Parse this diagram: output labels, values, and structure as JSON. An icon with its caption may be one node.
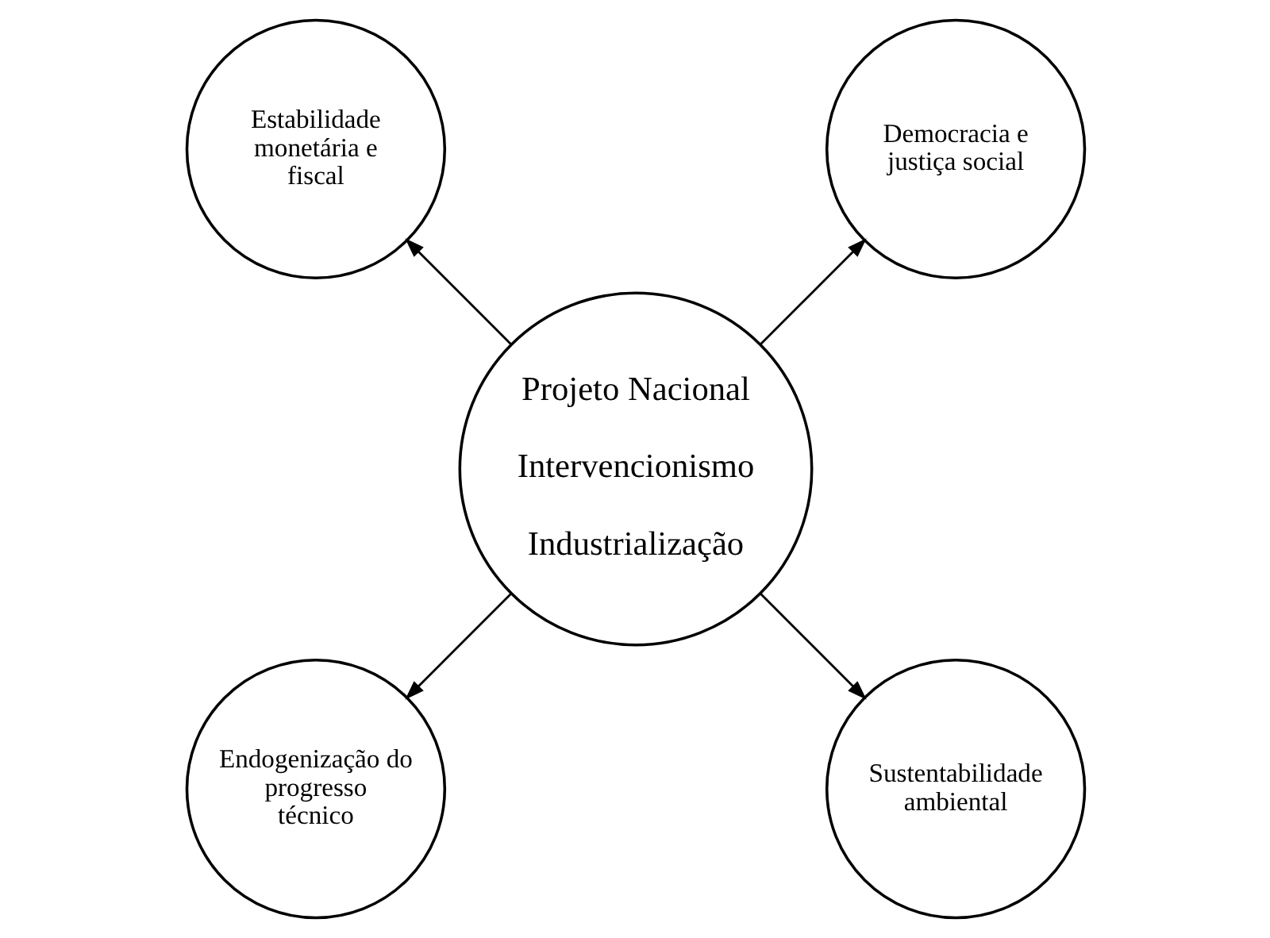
{
  "diagram": {
    "nodes": [
      {
        "text": [
          "Democracia e justiça social"
        ]
      },
      {
        "text": [
          "Estabilidade monetária e fiscal"
        ]
      },
      {
        "text": [
          "Projeto Nacional",
          "Intervencionismo",
          "Industrialização"
        ]
      },
      {
        "text": [
          "Endogenização do progresso técnico"
        ]
      },
      {
        "text": [
          "Sustentabilidade ambiental"
        ]
      }
    ],
    "edges": [
      {
        "from": 2,
        "to": 0,
        "arrow": "to"
      },
      {
        "from": 2,
        "to": 1,
        "arrow": "to"
      },
      {
        "from": 2,
        "to": 3,
        "arrow": "to"
      },
      {
        "from": 2,
        "to": 4,
        "arrow": "to"
      }
    ]
  }
}
